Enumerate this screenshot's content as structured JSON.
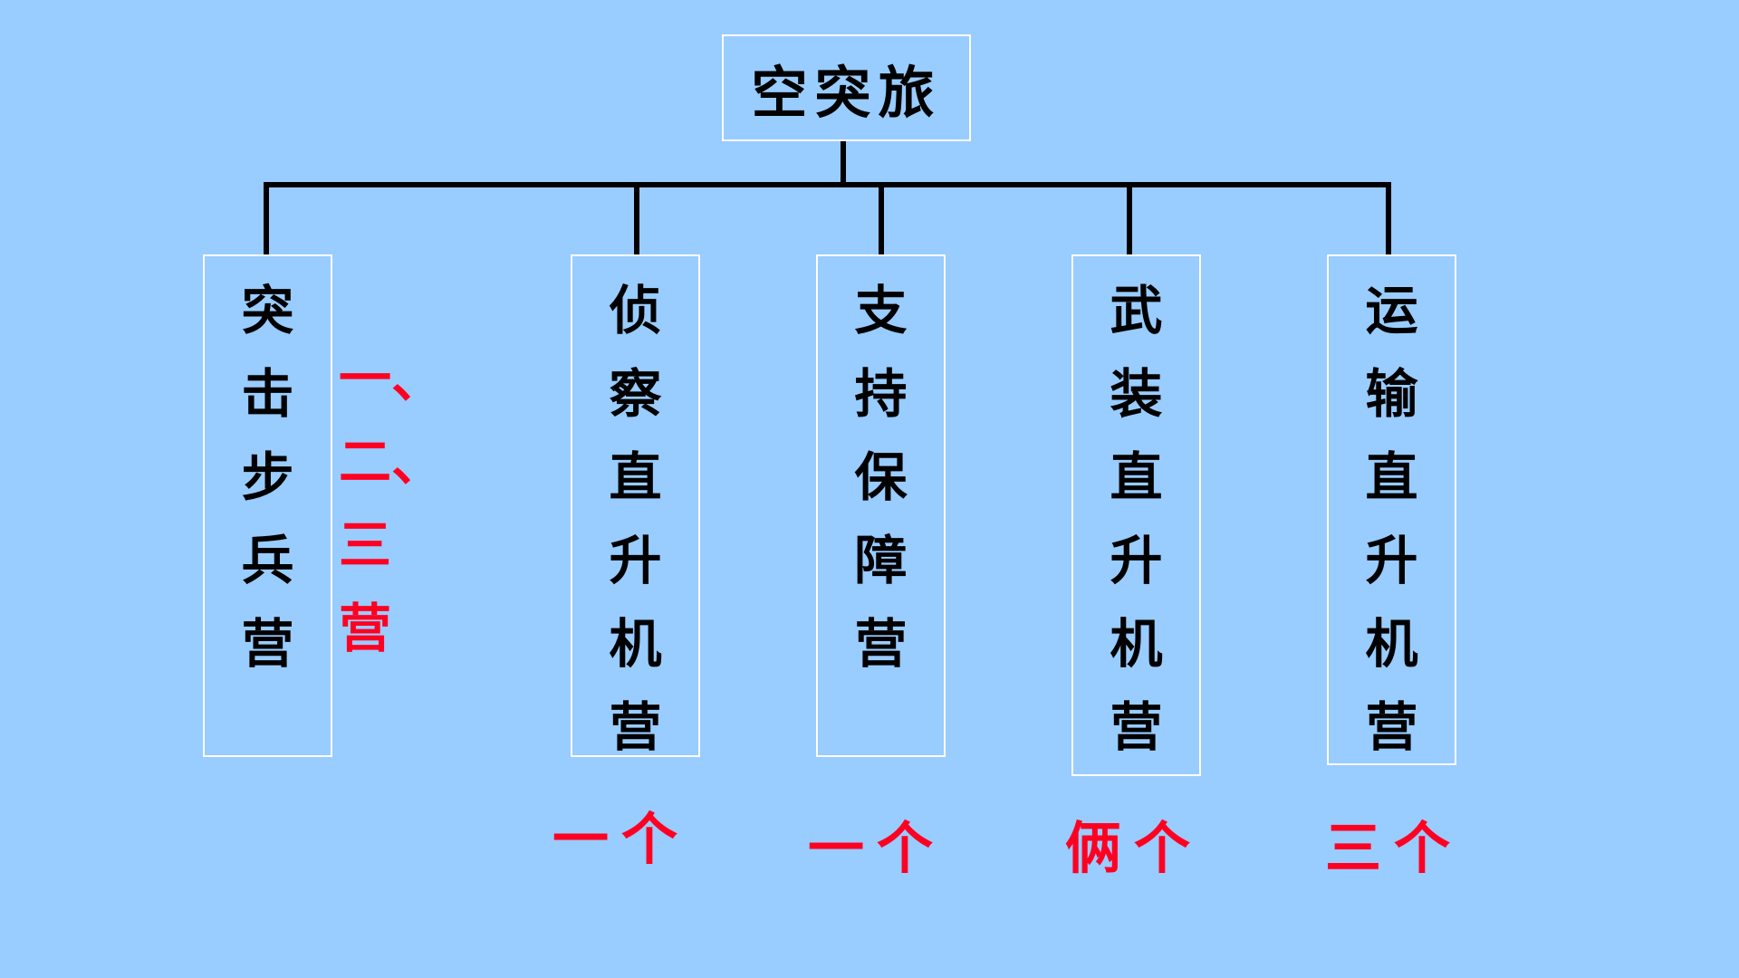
{
  "colors": {
    "background": "#99CCFF",
    "box_border": "#FFFFFF",
    "connector": "#000000",
    "text": "#000000",
    "annotation": "#FF0022"
  },
  "root": {
    "label": "空突旅"
  },
  "children": [
    {
      "chars": [
        "突",
        "击",
        "步",
        "兵",
        "营"
      ]
    },
    {
      "chars": [
        "侦",
        "察",
        "直",
        "升",
        "机",
        "营"
      ],
      "count": "一个"
    },
    {
      "chars": [
        "支",
        "持",
        "保",
        "障",
        "营"
      ],
      "count": "一个"
    },
    {
      "chars": [
        "武",
        "装",
        "直",
        "升",
        "机",
        "营"
      ],
      "count": "俩个"
    },
    {
      "chars": [
        "运",
        "输",
        "直",
        "升",
        "机",
        "营"
      ],
      "count": "三个"
    }
  ],
  "infantry_note": [
    "一、",
    "二、",
    "三",
    "营"
  ]
}
